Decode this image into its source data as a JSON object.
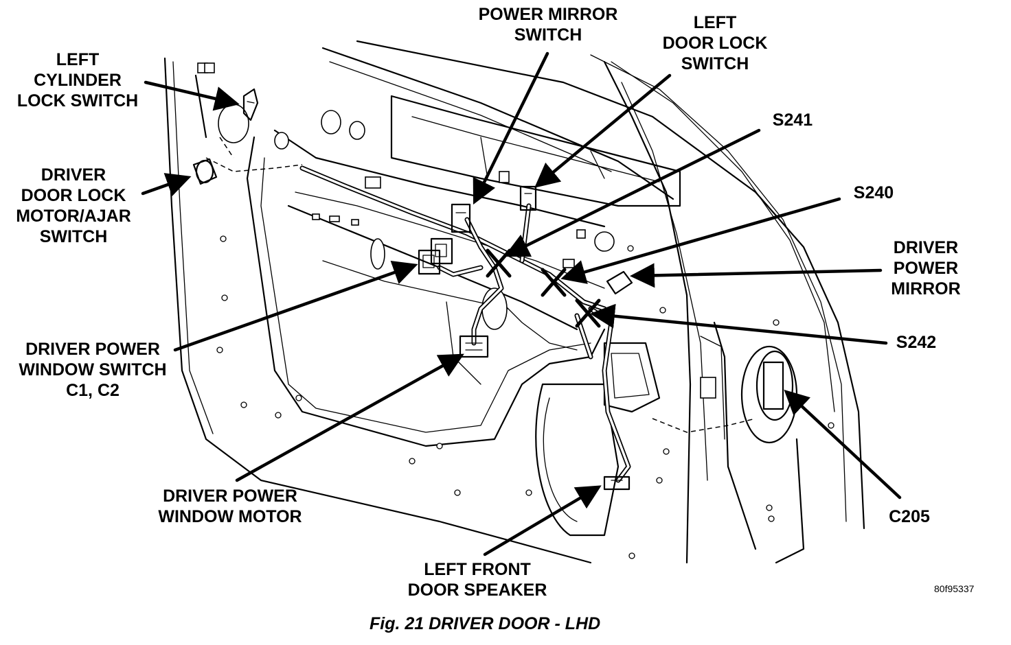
{
  "labels": {
    "power_mirror_switch": [
      "POWER MIRROR",
      "SWITCH"
    ],
    "left_door_lock_switch": [
      "LEFT",
      "DOOR LOCK",
      "SWITCH"
    ],
    "left_cylinder_lock_switch": [
      "LEFT",
      "CYLINDER",
      "LOCK SWITCH"
    ],
    "s241": [
      "S241"
    ],
    "s240": [
      "S240"
    ],
    "driver_power_mirror": [
      "DRIVER",
      "POWER",
      "MIRROR"
    ],
    "driver_door_lock_motor": [
      "DRIVER",
      "DOOR LOCK",
      "MOTOR/AJAR",
      "SWITCH"
    ],
    "s242": [
      "S242"
    ],
    "driver_power_window_switch": [
      "DRIVER POWER",
      "WINDOW SWITCH",
      "C1, C2"
    ],
    "driver_power_window_motor": [
      "DRIVER POWER",
      "WINDOW MOTOR"
    ],
    "c205": [
      "C205"
    ],
    "left_front_door_speaker": [
      "LEFT FRONT",
      "DOOR SPEAKER"
    ]
  },
  "figure_code": "80f95337",
  "caption": "Fig. 21 DRIVER DOOR - LHD"
}
